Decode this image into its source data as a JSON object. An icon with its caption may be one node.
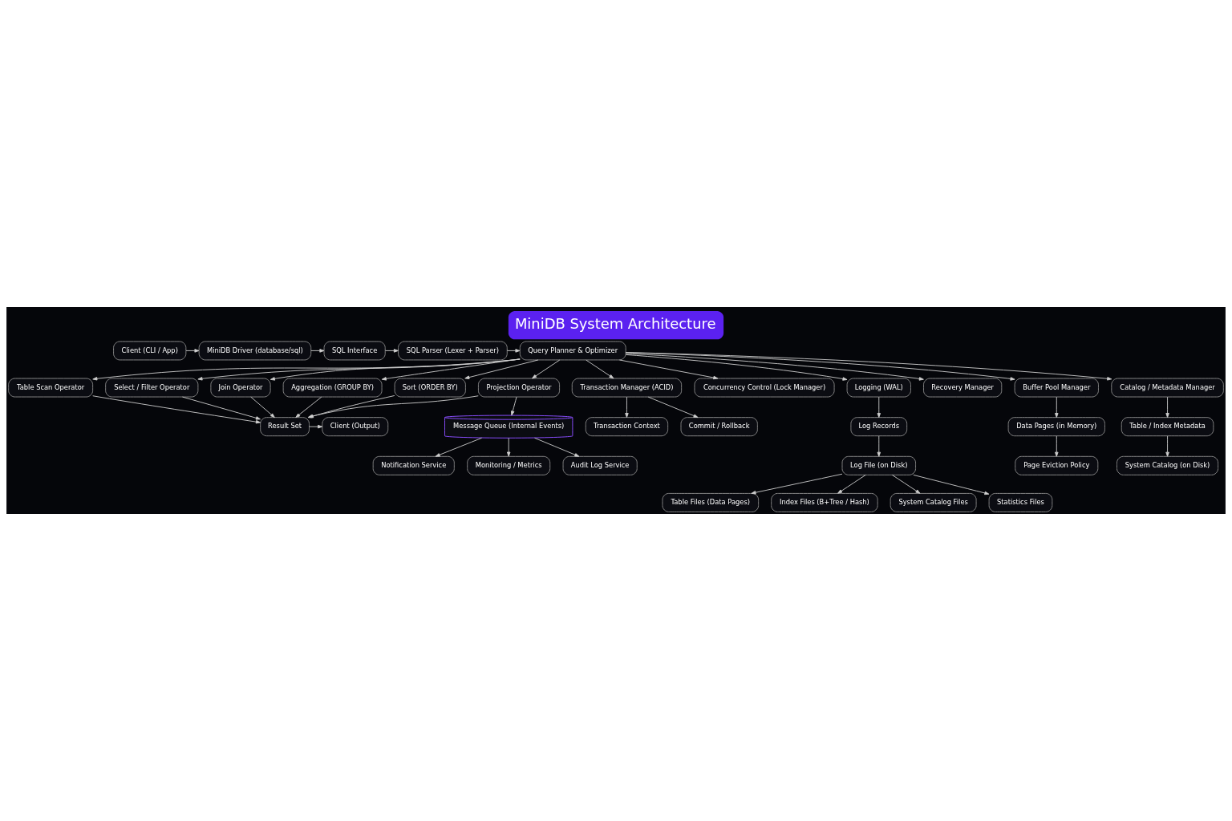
{
  "diagram": {
    "title": "MiniDB System Architecture",
    "nodes": [
      {
        "text": [
          "Client (CLI / App)"
        ]
      },
      {
        "text": [
          "MiniDB Driver (database/sql)"
        ]
      },
      {
        "text": [
          "SQL Interface"
        ]
      },
      {
        "text": [
          "SQL Parser (Lexer + Parser)"
        ]
      },
      {
        "text": [
          "Query Planner & Optimizer"
        ]
      },
      {
        "text": [
          "Table Scan Operator"
        ]
      },
      {
        "text": [
          "Select / Filter Operator"
        ]
      },
      {
        "text": [
          "Join Operator"
        ]
      },
      {
        "text": [
          "Aggregation (GROUP BY)"
        ]
      },
      {
        "text": [
          "Sort (ORDER BY)"
        ]
      },
      {
        "text": [
          "Projection Operator"
        ]
      },
      {
        "text": [
          "Result Set"
        ]
      },
      {
        "text": [
          "Client (Output)"
        ]
      },
      {
        "text": [
          "Transaction Manager (ACID)"
        ]
      },
      {
        "text": [
          "Concurrency Control (Lock Manager)"
        ]
      },
      {
        "text": [
          "Logging (WAL)"
        ]
      },
      {
        "text": [
          "Recovery Manager"
        ]
      },
      {
        "text": [
          "Buffer Pool Manager"
        ]
      },
      {
        "text": [
          "Catalog / Metadata Manager"
        ]
      },
      {
        "text": [
          "Transaction Context"
        ]
      },
      {
        "text": [
          "Commit / Rollback"
        ]
      },
      {
        "text": [
          "Log Records"
        ]
      },
      {
        "text": [
          "Data Pages (in Memory)"
        ]
      },
      {
        "text": [
          "Table / Index Metadata"
        ]
      },
      {
        "text": [
          "Log File (on Disk)"
        ]
      },
      {
        "text": [
          "Page Eviction Policy"
        ]
      },
      {
        "text": [
          "System Catalog (on Disk)"
        ]
      },
      {
        "text": [
          "Message Queue (Internal Events)"
        ]
      },
      {
        "text": [
          "Notification Service"
        ]
      },
      {
        "text": [
          "Monitoring / Metrics"
        ]
      },
      {
        "text": [
          "Audit Log Service"
        ]
      },
      {
        "text": [
          "Table Files (Data Pages)"
        ]
      },
      {
        "text": [
          "Index Files (B+Tree / Hash)"
        ]
      },
      {
        "text": [
          "System Catalog Files"
        ]
      },
      {
        "text": [
          "Statistics Files"
        ]
      }
    ],
    "edges": [
      {
        "from": 0,
        "to": 1,
        "arrow": "to"
      },
      {
        "from": 1,
        "to": 2,
        "arrow": "to"
      },
      {
        "from": 2,
        "to": 3,
        "arrow": "to"
      },
      {
        "from": 3,
        "to": 4,
        "arrow": "to"
      },
      {
        "from": 4,
        "to": 5,
        "arrow": "to"
      },
      {
        "from": 4,
        "to": 6,
        "arrow": "to"
      },
      {
        "from": 4,
        "to": 7,
        "arrow": "to"
      },
      {
        "from": 4,
        "to": 8,
        "arrow": "to"
      },
      {
        "from": 4,
        "to": 9,
        "arrow": "to"
      },
      {
        "from": 4,
        "to": 10,
        "arrow": "to"
      },
      {
        "from": 5,
        "to": 11,
        "arrow": "to"
      },
      {
        "from": 6,
        "to": 11,
        "arrow": "to"
      },
      {
        "from": 7,
        "to": 11,
        "arrow": "to"
      },
      {
        "from": 8,
        "to": 11,
        "arrow": "to"
      },
      {
        "from": 9,
        "to": 11,
        "arrow": "to"
      },
      {
        "from": 10,
        "to": 11,
        "arrow": "to"
      },
      {
        "from": 11,
        "to": 12,
        "arrow": "to"
      },
      {
        "from": 4,
        "to": 13,
        "arrow": "to"
      },
      {
        "from": 4,
        "to": 14,
        "arrow": "to"
      },
      {
        "from": 4,
        "to": 15,
        "arrow": "to"
      },
      {
        "from": 4,
        "to": 16,
        "arrow": "to"
      },
      {
        "from": 4,
        "to": 17,
        "arrow": "to"
      },
      {
        "from": 4,
        "to": 18,
        "arrow": "to"
      },
      {
        "from": 13,
        "to": 19,
        "arrow": "to"
      },
      {
        "from": 13,
        "to": 20,
        "arrow": "to"
      },
      {
        "from": 15,
        "to": 21,
        "arrow": "to"
      },
      {
        "from": 21,
        "to": 24,
        "arrow": "to"
      },
      {
        "from": 17,
        "to": 22,
        "arrow": "to"
      },
      {
        "from": 22,
        "to": 25,
        "arrow": "to"
      },
      {
        "from": 18,
        "to": 23,
        "arrow": "to"
      },
      {
        "from": 23,
        "to": 26,
        "arrow": "to"
      },
      {
        "from": 10,
        "to": 27,
        "arrow": "to"
      },
      {
        "from": 27,
        "to": 28,
        "arrow": "to"
      },
      {
        "from": 27,
        "to": 29,
        "arrow": "to"
      },
      {
        "from": 27,
        "to": 30,
        "arrow": "to"
      },
      {
        "from": 24,
        "to": 31,
        "arrow": "to"
      },
      {
        "from": 24,
        "to": 32,
        "arrow": "to"
      },
      {
        "from": 24,
        "to": 33,
        "arrow": "to"
      },
      {
        "from": 24,
        "to": 34,
        "arrow": "to"
      }
    ]
  }
}
